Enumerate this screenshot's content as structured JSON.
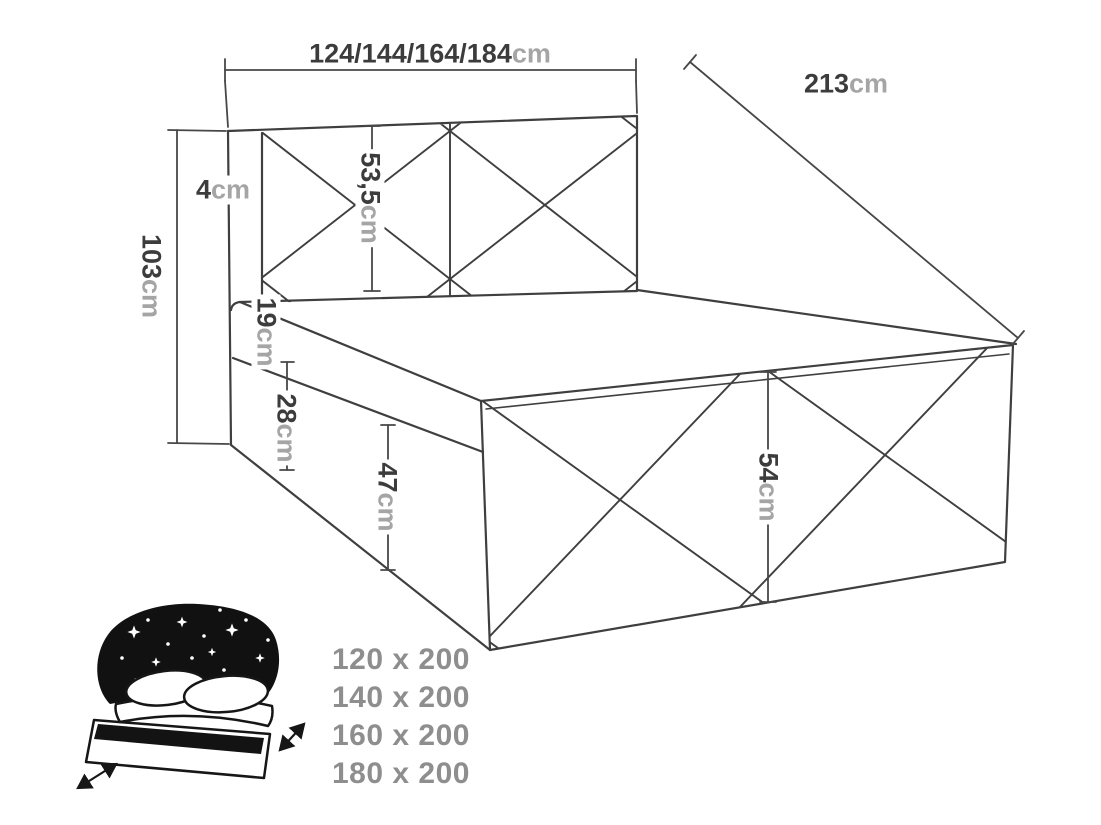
{
  "labels": {
    "width": {
      "value": "124/144/164/184",
      "unit": "cm"
    },
    "length": {
      "value": "213",
      "unit": "cm"
    },
    "frame_top": {
      "value": "4",
      "unit": "cm"
    },
    "headboard": {
      "value": "53,5",
      "unit": "cm"
    },
    "total_height": {
      "value": "103",
      "unit": "cm"
    },
    "mattress": {
      "value": "19",
      "unit": "cm"
    },
    "base": {
      "value": "28",
      "unit": "cm"
    },
    "side_height": {
      "value": "47",
      "unit": "cm"
    },
    "foot_height": {
      "value": "54",
      "unit": "cm"
    }
  },
  "sizes": {
    "options": [
      "120 x 200",
      "140 x 200",
      "160 x 200",
      "180 x 200"
    ]
  },
  "colors": {
    "line": "#3f3f3f",
    "value_text": "#3c3c3c",
    "unit_text": "#a5a5a5",
    "sizes_text": "#8e8e8e",
    "night_fill": "#111111"
  }
}
